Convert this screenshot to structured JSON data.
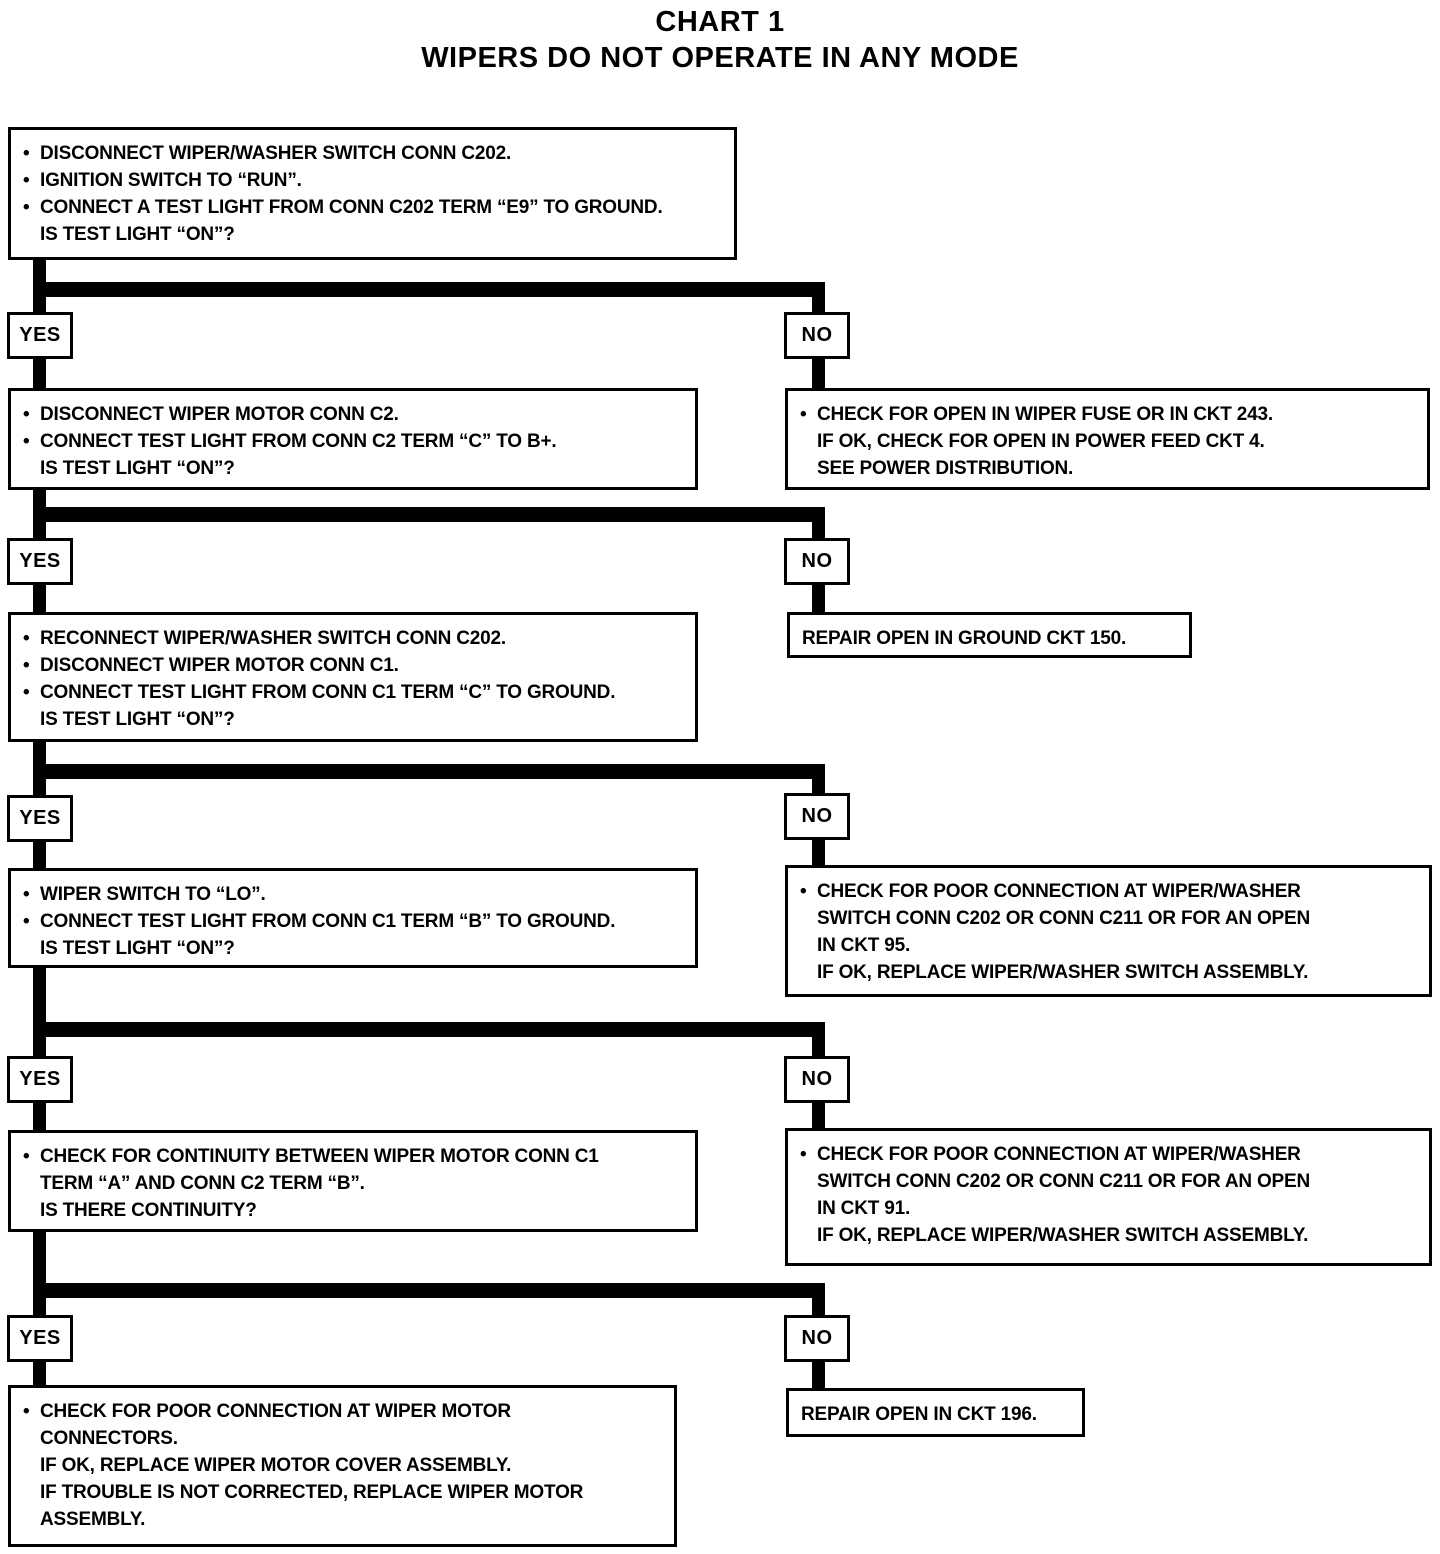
{
  "title": {
    "line1": "CHART 1",
    "line2": "WIPERS DO NOT OPERATE IN ANY MODE"
  },
  "glyphs": {
    "bullet": "•"
  },
  "labels": {
    "yes": "YES",
    "no": "NO"
  },
  "boxes": {
    "step1": {
      "lines": [
        "DISCONNECT WIPER/WASHER SWITCH CONN C202.",
        "IGNITION SWITCH TO “RUN”.",
        "CONNECT A TEST LIGHT FROM CONN C202 TERM “E9” TO GROUND.",
        "IS TEST LIGHT “ON”?"
      ]
    },
    "step2": {
      "lines": [
        "DISCONNECT WIPER MOTOR CONN C2.",
        "CONNECT TEST LIGHT FROM CONN C2 TERM “C” TO B+.",
        "IS TEST LIGHT “ON”?"
      ]
    },
    "no1": {
      "lines": [
        "CHECK FOR OPEN IN WIPER FUSE OR IN CKT 243.",
        "IF OK, CHECK FOR OPEN IN POWER FEED CKT 4.",
        "SEE POWER DISTRIBUTION."
      ]
    },
    "step3": {
      "lines": [
        "RECONNECT WIPER/WASHER SWITCH CONN C202.",
        "DISCONNECT WIPER MOTOR CONN C1.",
        "CONNECT TEST LIGHT FROM CONN C1 TERM “C” TO GROUND.",
        "IS TEST LIGHT “ON”?"
      ]
    },
    "no2": {
      "lines": [
        "REPAIR OPEN IN GROUND CKT 150."
      ]
    },
    "step4": {
      "lines": [
        "WIPER SWITCH TO “LO”.",
        "CONNECT TEST LIGHT FROM CONN C1 TERM “B” TO GROUND.",
        "IS TEST LIGHT “ON”?"
      ]
    },
    "no3": {
      "lines": [
        "CHECK FOR POOR CONNECTION AT WIPER/WASHER",
        "SWITCH CONN C202 OR CONN C211 OR FOR AN OPEN",
        "IN CKT 95.",
        "IF OK, REPLACE WIPER/WASHER SWITCH ASSEMBLY."
      ]
    },
    "step5": {
      "lines": [
        "CHECK FOR CONTINUITY BETWEEN WIPER MOTOR CONN C1",
        "TERM “A” AND CONN C2 TERM “B”.",
        "IS THERE CONTINUITY?"
      ]
    },
    "no4": {
      "lines": [
        "CHECK FOR POOR CONNECTION AT WIPER/WASHER",
        "SWITCH CONN C202 OR CONN C211 OR FOR AN OPEN",
        "IN CKT 91.",
        "IF OK, REPLACE WIPER/WASHER SWITCH ASSEMBLY."
      ]
    },
    "step6": {
      "lines": [
        "CHECK FOR POOR CONNECTION AT WIPER MOTOR",
        "CONNECTORS.",
        "IF OK, REPLACE WIPER MOTOR COVER ASSEMBLY.",
        "IF TROUBLE IS NOT CORRECTED, REPLACE WIPER MOTOR",
        "ASSEMBLY."
      ]
    },
    "no5": {
      "lines": [
        "REPAIR OPEN IN CKT 196."
      ]
    }
  }
}
